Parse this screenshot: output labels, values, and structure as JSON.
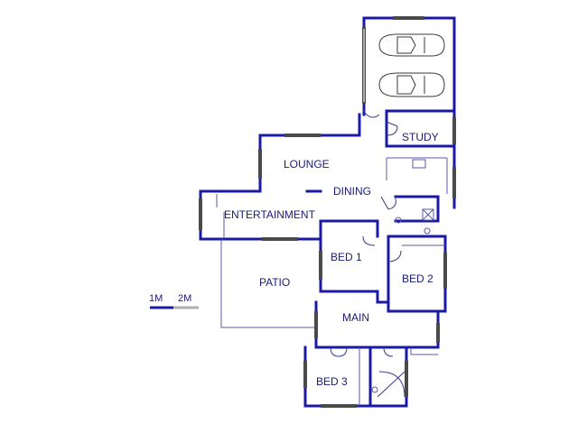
{
  "rooms": {
    "lounge": "LOUNGE",
    "dining": "DINING",
    "entertainment": "ENTERTAINMENT",
    "study": "STUDY",
    "bed1": "BED 1",
    "bed2": "BED 2",
    "bed3": "BED 3",
    "main": "MAIN",
    "patio": "PATIO"
  },
  "scale": {
    "label_1m": "1M",
    "label_2m": "2M"
  },
  "colors": {
    "walls": "#1a1aa6",
    "thin_lines": "#5a5aa8",
    "windows": "#4a4a4a",
    "text": "#1a1a7a"
  }
}
